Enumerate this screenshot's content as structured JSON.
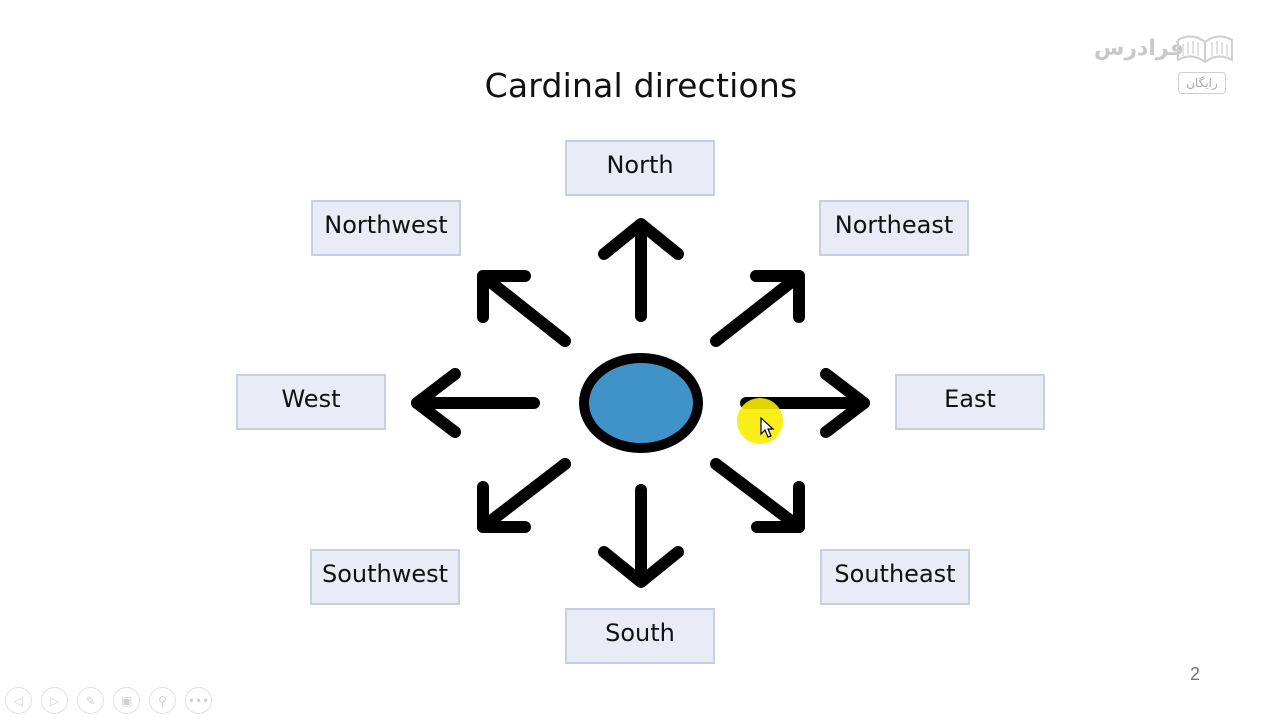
{
  "slide": {
    "title": "Cardinal directions",
    "page_number": "2"
  },
  "directions": {
    "north": "North",
    "northwest": "Northwest",
    "northeast": "Northeast",
    "west": "West",
    "east": "East",
    "southwest": "Southwest",
    "southeast": "Southeast",
    "south": "South"
  },
  "compass": {
    "center_fill": "#3f93c9",
    "arrow_color": "#000000"
  },
  "watermark": {
    "brand": "فرادرس",
    "badge": "رایگان"
  },
  "navigation": {
    "icons": [
      "previous-icon",
      "next-icon",
      "pen-icon",
      "slides-icon",
      "zoom-icon",
      "more-icon"
    ]
  },
  "colors": {
    "box_fill": "#e9ecf6",
    "box_border": "#c9cfe3",
    "pointer_highlight": "#f8ec00"
  }
}
